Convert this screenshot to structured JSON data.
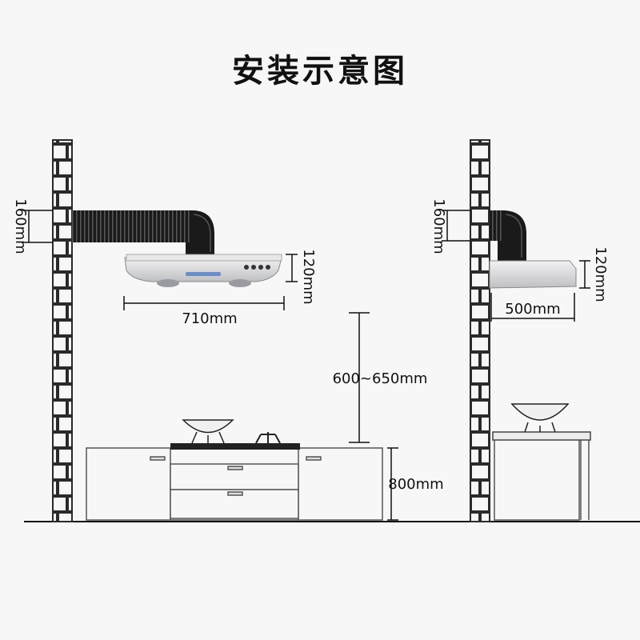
{
  "title": "安装示意图",
  "labels": {
    "left_duct": "160mm",
    "left_hood_height": "120mm",
    "left_hood_width": "710mm",
    "clearance": "600~650mm",
    "cabinet_height": "800mm",
    "right_duct": "160mm",
    "right_hood_height": "120mm",
    "right_hood_width": "500mm"
  },
  "colors": {
    "brick": "#2b2b2b",
    "duct": "#1a1a1a",
    "hood": "#d9dadc",
    "panel": "#4a78c4"
  }
}
